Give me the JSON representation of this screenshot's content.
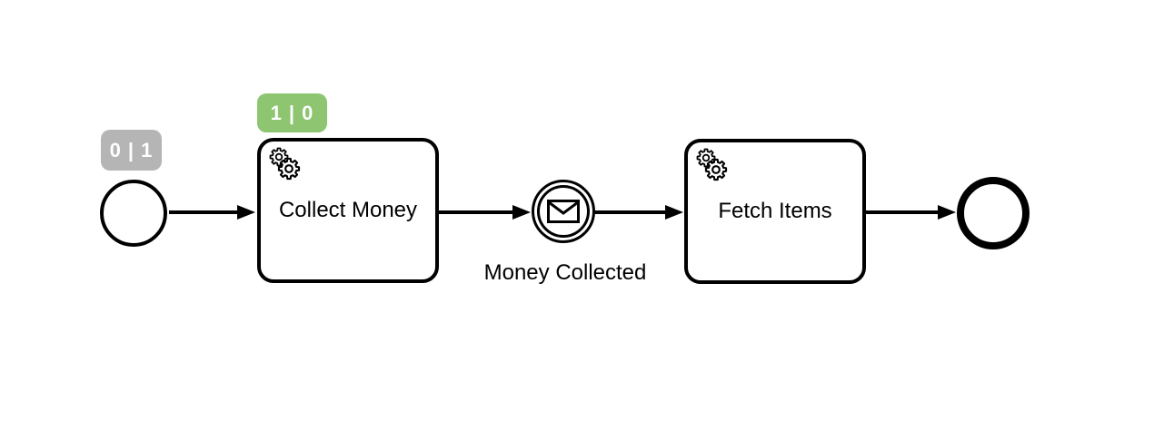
{
  "diagram_type": "BPMN process diagram",
  "badges": {
    "start": {
      "value": "0 | 1",
      "bg": "#b5b5b5",
      "text_color": "#ffffff",
      "css": "background-color:#b5b5b5"
    },
    "collect": {
      "value": "1 | 0",
      "bg": "#8dc571",
      "text_color": "#ffffff",
      "css": "background-color:#8dc571"
    }
  },
  "tasks": {
    "collect": {
      "label": "Collect Money",
      "marker_icon": "service-task-gears-icon"
    },
    "fetch": {
      "label": "Fetch Items",
      "marker_icon": "service-task-gears-icon"
    }
  },
  "events": {
    "start": {
      "type": "start-event"
    },
    "message": {
      "type": "intermediate-message-catch-event",
      "label": "Money Collected",
      "icon": "message-envelope-icon"
    },
    "end": {
      "type": "end-event"
    }
  },
  "colors": {
    "shape_stroke": "#000000",
    "shape_fill": "#ffffff",
    "canvas_bg": "#ffffff"
  }
}
